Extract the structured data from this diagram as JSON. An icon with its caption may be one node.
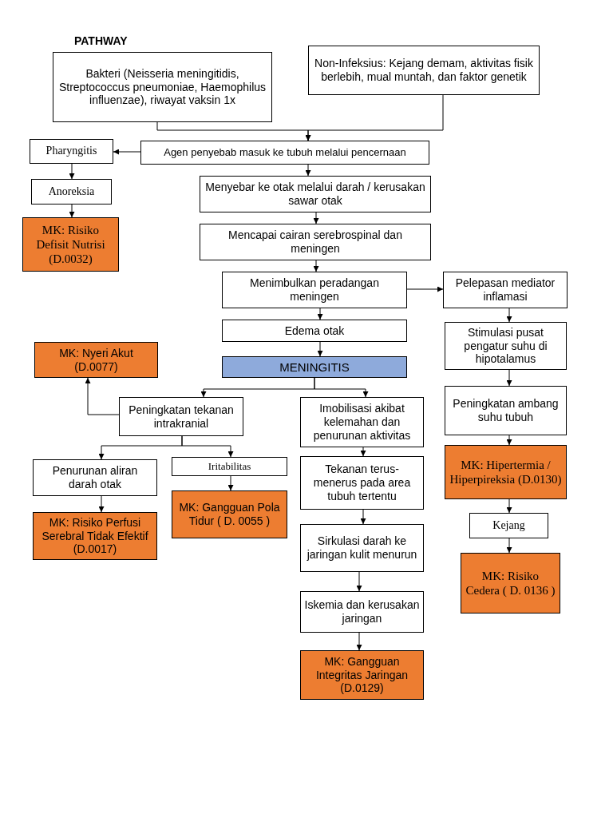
{
  "diagram": {
    "title": "PATHWAY",
    "nodes": [
      {
        "text": [
          "Bakteri (Neisseria meningitidis, Streptococcus pneumoniae, Haemophilus influenzae), riwayat vaksin 1x"
        ]
      },
      {
        "text": [
          "Non-Infeksius: Kejang demam, aktivitas fisik berlebih, mual muntah, dan faktor genetik"
        ]
      },
      {
        "text": [
          "Pharyngitis"
        ]
      },
      {
        "text": [
          "Agen penyebab masuk ke tubuh melalui pencernaan"
        ]
      },
      {
        "text": [
          "Anoreksia"
        ]
      },
      {
        "text": [
          "Menyebar ke otak melalui darah / kerusakan sawar otak"
        ]
      },
      {
        "text": [
          "MK: Risiko Defisit Nutrisi (D.0032)"
        ]
      },
      {
        "text": [
          "Mencapai cairan serebrospinal dan meningen"
        ]
      },
      {
        "text": [
          "Menimbulkan peradangan meningen"
        ]
      },
      {
        "text": [
          "Pelepasan mediator inflamasi"
        ]
      },
      {
        "text": [
          "Edema otak"
        ]
      },
      {
        "text": [
          "Stimulasi pusat pengatur suhu di hipotalamus"
        ]
      },
      {
        "text": [
          "MK: Nyeri Akut (D.0077)"
        ]
      },
      {
        "text": [
          "MENINGITIS"
        ]
      },
      {
        "text": [
          "Peningkatan ambang suhu tubuh"
        ]
      },
      {
        "text": [
          "Peningkatan tekanan intrakranial"
        ]
      },
      {
        "text": [
          "Imobilisasi akibat kelemahan dan penurunan aktivitas"
        ]
      },
      {
        "text": [
          "MK: Hipertermia / Hiperpireksia (D.0130)"
        ]
      },
      {
        "text": [
          "Penurunan aliran darah otak"
        ]
      },
      {
        "text": [
          "Iritabilitas"
        ]
      },
      {
        "text": [
          "Tekanan terus-menerus pada area tubuh tertentu"
        ]
      },
      {
        "text": [
          "MK: Gangguan Pola Tidur ( D. 0055 )"
        ]
      },
      {
        "text": [
          "Kejang"
        ]
      },
      {
        "text": [
          "MK: Risiko Perfusi Serebral Tidak Efektif (D.0017)"
        ]
      },
      {
        "text": [
          "Sirkulasi darah ke jaringan kulit menurun"
        ]
      },
      {
        "text": [
          "MK: Risiko Cedera ( D. 0136 )"
        ]
      },
      {
        "text": [
          "Iskemia dan kerusakan jaringan"
        ]
      },
      {
        "text": [
          "MK: Gangguan Integritas Jaringan (D.0129)"
        ]
      }
    ],
    "edges": [
      {
        "from": 0,
        "to": 3,
        "arrow": "to"
      },
      {
        "from": 1,
        "to": 3,
        "arrow": "to"
      },
      {
        "from": 3,
        "to": 2,
        "arrow": "to"
      },
      {
        "from": 2,
        "to": 4,
        "arrow": "to"
      },
      {
        "from": 4,
        "to": 6,
        "arrow": "to"
      },
      {
        "from": 3,
        "to": 5,
        "arrow": "to"
      },
      {
        "from": 5,
        "to": 7,
        "arrow": "to"
      },
      {
        "from": 7,
        "to": 8,
        "arrow": "to"
      },
      {
        "from": 8,
        "to": 9,
        "arrow": "to"
      },
      {
        "from": 8,
        "to": 10,
        "arrow": "to"
      },
      {
        "from": 10,
        "to": 13,
        "arrow": "to"
      },
      {
        "from": 9,
        "to": 11,
        "arrow": "to"
      },
      {
        "from": 11,
        "to": 14,
        "arrow": "to"
      },
      {
        "from": 14,
        "to": 17,
        "arrow": "to"
      },
      {
        "from": 17,
        "to": 22,
        "arrow": "to"
      },
      {
        "from": 22,
        "to": 25,
        "arrow": "to"
      },
      {
        "from": 13,
        "to": 15,
        "arrow": "to"
      },
      {
        "from": 13,
        "to": 16,
        "arrow": "to"
      },
      {
        "from": 15,
        "to": 12,
        "arrow": "to"
      },
      {
        "from": 15,
        "to": 18,
        "arrow": "to"
      },
      {
        "from": 15,
        "to": 19,
        "arrow": "to"
      },
      {
        "from": 18,
        "to": 23,
        "arrow": "to"
      },
      {
        "from": 19,
        "to": 21,
        "arrow": "to"
      },
      {
        "from": 16,
        "to": 20,
        "arrow": "to"
      },
      {
        "from": 20,
        "to": 24,
        "arrow": "to"
      },
      {
        "from": 24,
        "to": 26,
        "arrow": "to"
      },
      {
        "from": 26,
        "to": 27,
        "arrow": "to"
      }
    ]
  }
}
